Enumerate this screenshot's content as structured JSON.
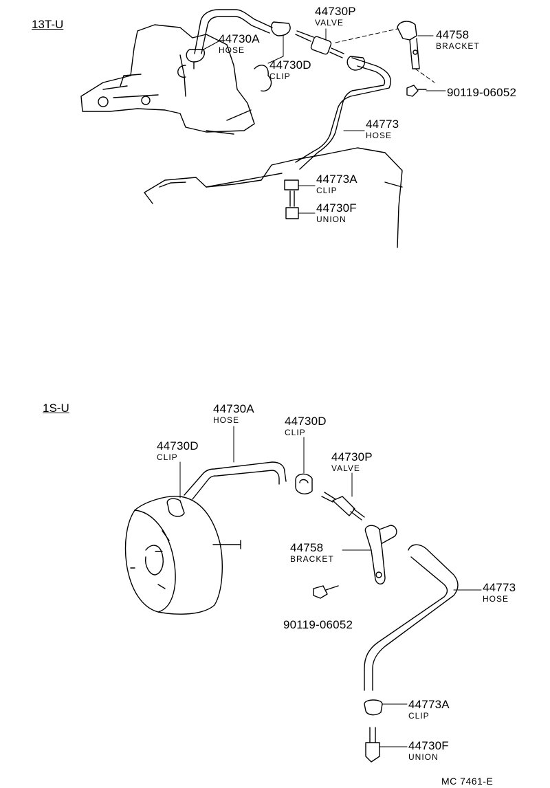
{
  "sections": {
    "upper": {
      "title": "13T-U",
      "callouts": {
        "hose_a": {
          "part": "44730A",
          "name": "HOSE"
        },
        "clip_d": {
          "part": "44730D",
          "name": "CLIP"
        },
        "valve": {
          "part": "44730P",
          "name": "VALVE"
        },
        "bracket": {
          "part": "44758",
          "name": "BRACKET"
        },
        "bolt": {
          "part": "90119-06052"
        },
        "hose": {
          "part": "44773",
          "name": "HOSE"
        },
        "clip_a": {
          "part": "44773A",
          "name": "CLIP"
        },
        "union": {
          "part": "44730F",
          "name": "UNION"
        }
      }
    },
    "lower": {
      "title": "1S-U",
      "callouts": {
        "hose_a": {
          "part": "44730A",
          "name": "HOSE"
        },
        "clip_d_left": {
          "part": "44730D",
          "name": "CLIP"
        },
        "clip_d": {
          "part": "44730D",
          "name": "CLIP"
        },
        "valve": {
          "part": "44730P",
          "name": "VALVE"
        },
        "bracket": {
          "part": "44758",
          "name": "BRACKET"
        },
        "bolt": {
          "part": "90119-06052"
        },
        "hose": {
          "part": "44773",
          "name": "HOSE"
        },
        "clip_a": {
          "part": "44773A",
          "name": "CLIP"
        },
        "union": {
          "part": "44730F",
          "name": "UNION"
        }
      }
    }
  },
  "footer": {
    "code": "MC  7461-E"
  }
}
